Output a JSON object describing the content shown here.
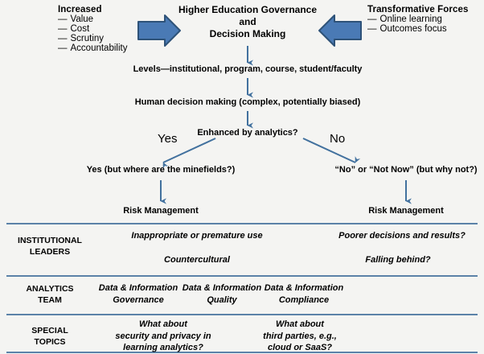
{
  "diagram": {
    "title_lines": [
      "Higher Education Governance",
      "and",
      "Decision Making"
    ],
    "left_forces": {
      "heading": "Increased",
      "items": [
        "Value",
        "Cost",
        "Scrutiny",
        "Accountability"
      ]
    },
    "right_forces": {
      "heading": "Transformative Forces",
      "items": [
        "Online learning",
        "Outcomes focus"
      ]
    },
    "flow": {
      "levels": "Levels—institutional, program, course, student/faculty",
      "human": "Human decision making (complex, potentially biased)",
      "decision": "Enhanced by analytics?"
    },
    "branches": {
      "yes_word": "Yes",
      "no_word": "No",
      "yes_label": "Yes (but where are the minefields?)",
      "no_label": "“No” or “Not Now” (but why not?)",
      "risk_left": "Risk Management",
      "risk_right": "Risk Management"
    },
    "rows": [
      {
        "label_lines": [
          "INSTITUTIONAL",
          "LEADERS"
        ],
        "cells": [
          {
            "lines": [
              "Inappropriate or premature use"
            ]
          },
          {
            "lines": [
              "Countercultural"
            ]
          },
          {
            "lines": [
              "Poorer decisions and results?"
            ]
          },
          {
            "lines": [
              "Falling behind?"
            ]
          }
        ]
      },
      {
        "label_lines": [
          "ANALYTICS",
          "TEAM"
        ],
        "cells": [
          {
            "lines": [
              "Data & Information",
              "Governance"
            ]
          },
          {
            "lines": [
              "Data & Information",
              "Quality"
            ]
          },
          {
            "lines": [
              "Data & Information",
              "Compliance"
            ]
          }
        ]
      },
      {
        "label_lines": [
          "SPECIAL",
          "TOPICS"
        ],
        "cells": [
          {
            "lines": [
              "What about",
              "security and privacy in",
              "learning analytics?"
            ]
          },
          {
            "lines": [
              "What about",
              "third parties, e.g.,",
              "cloud or SaaS?"
            ]
          }
        ]
      }
    ],
    "colors": {
      "background": "#f4f4f2",
      "arrow_fill": "#4a7ab5",
      "arrow_stroke": "#2e5278",
      "connector": "#42719e",
      "divider": "#5b82a8",
      "text": "#000000"
    }
  }
}
